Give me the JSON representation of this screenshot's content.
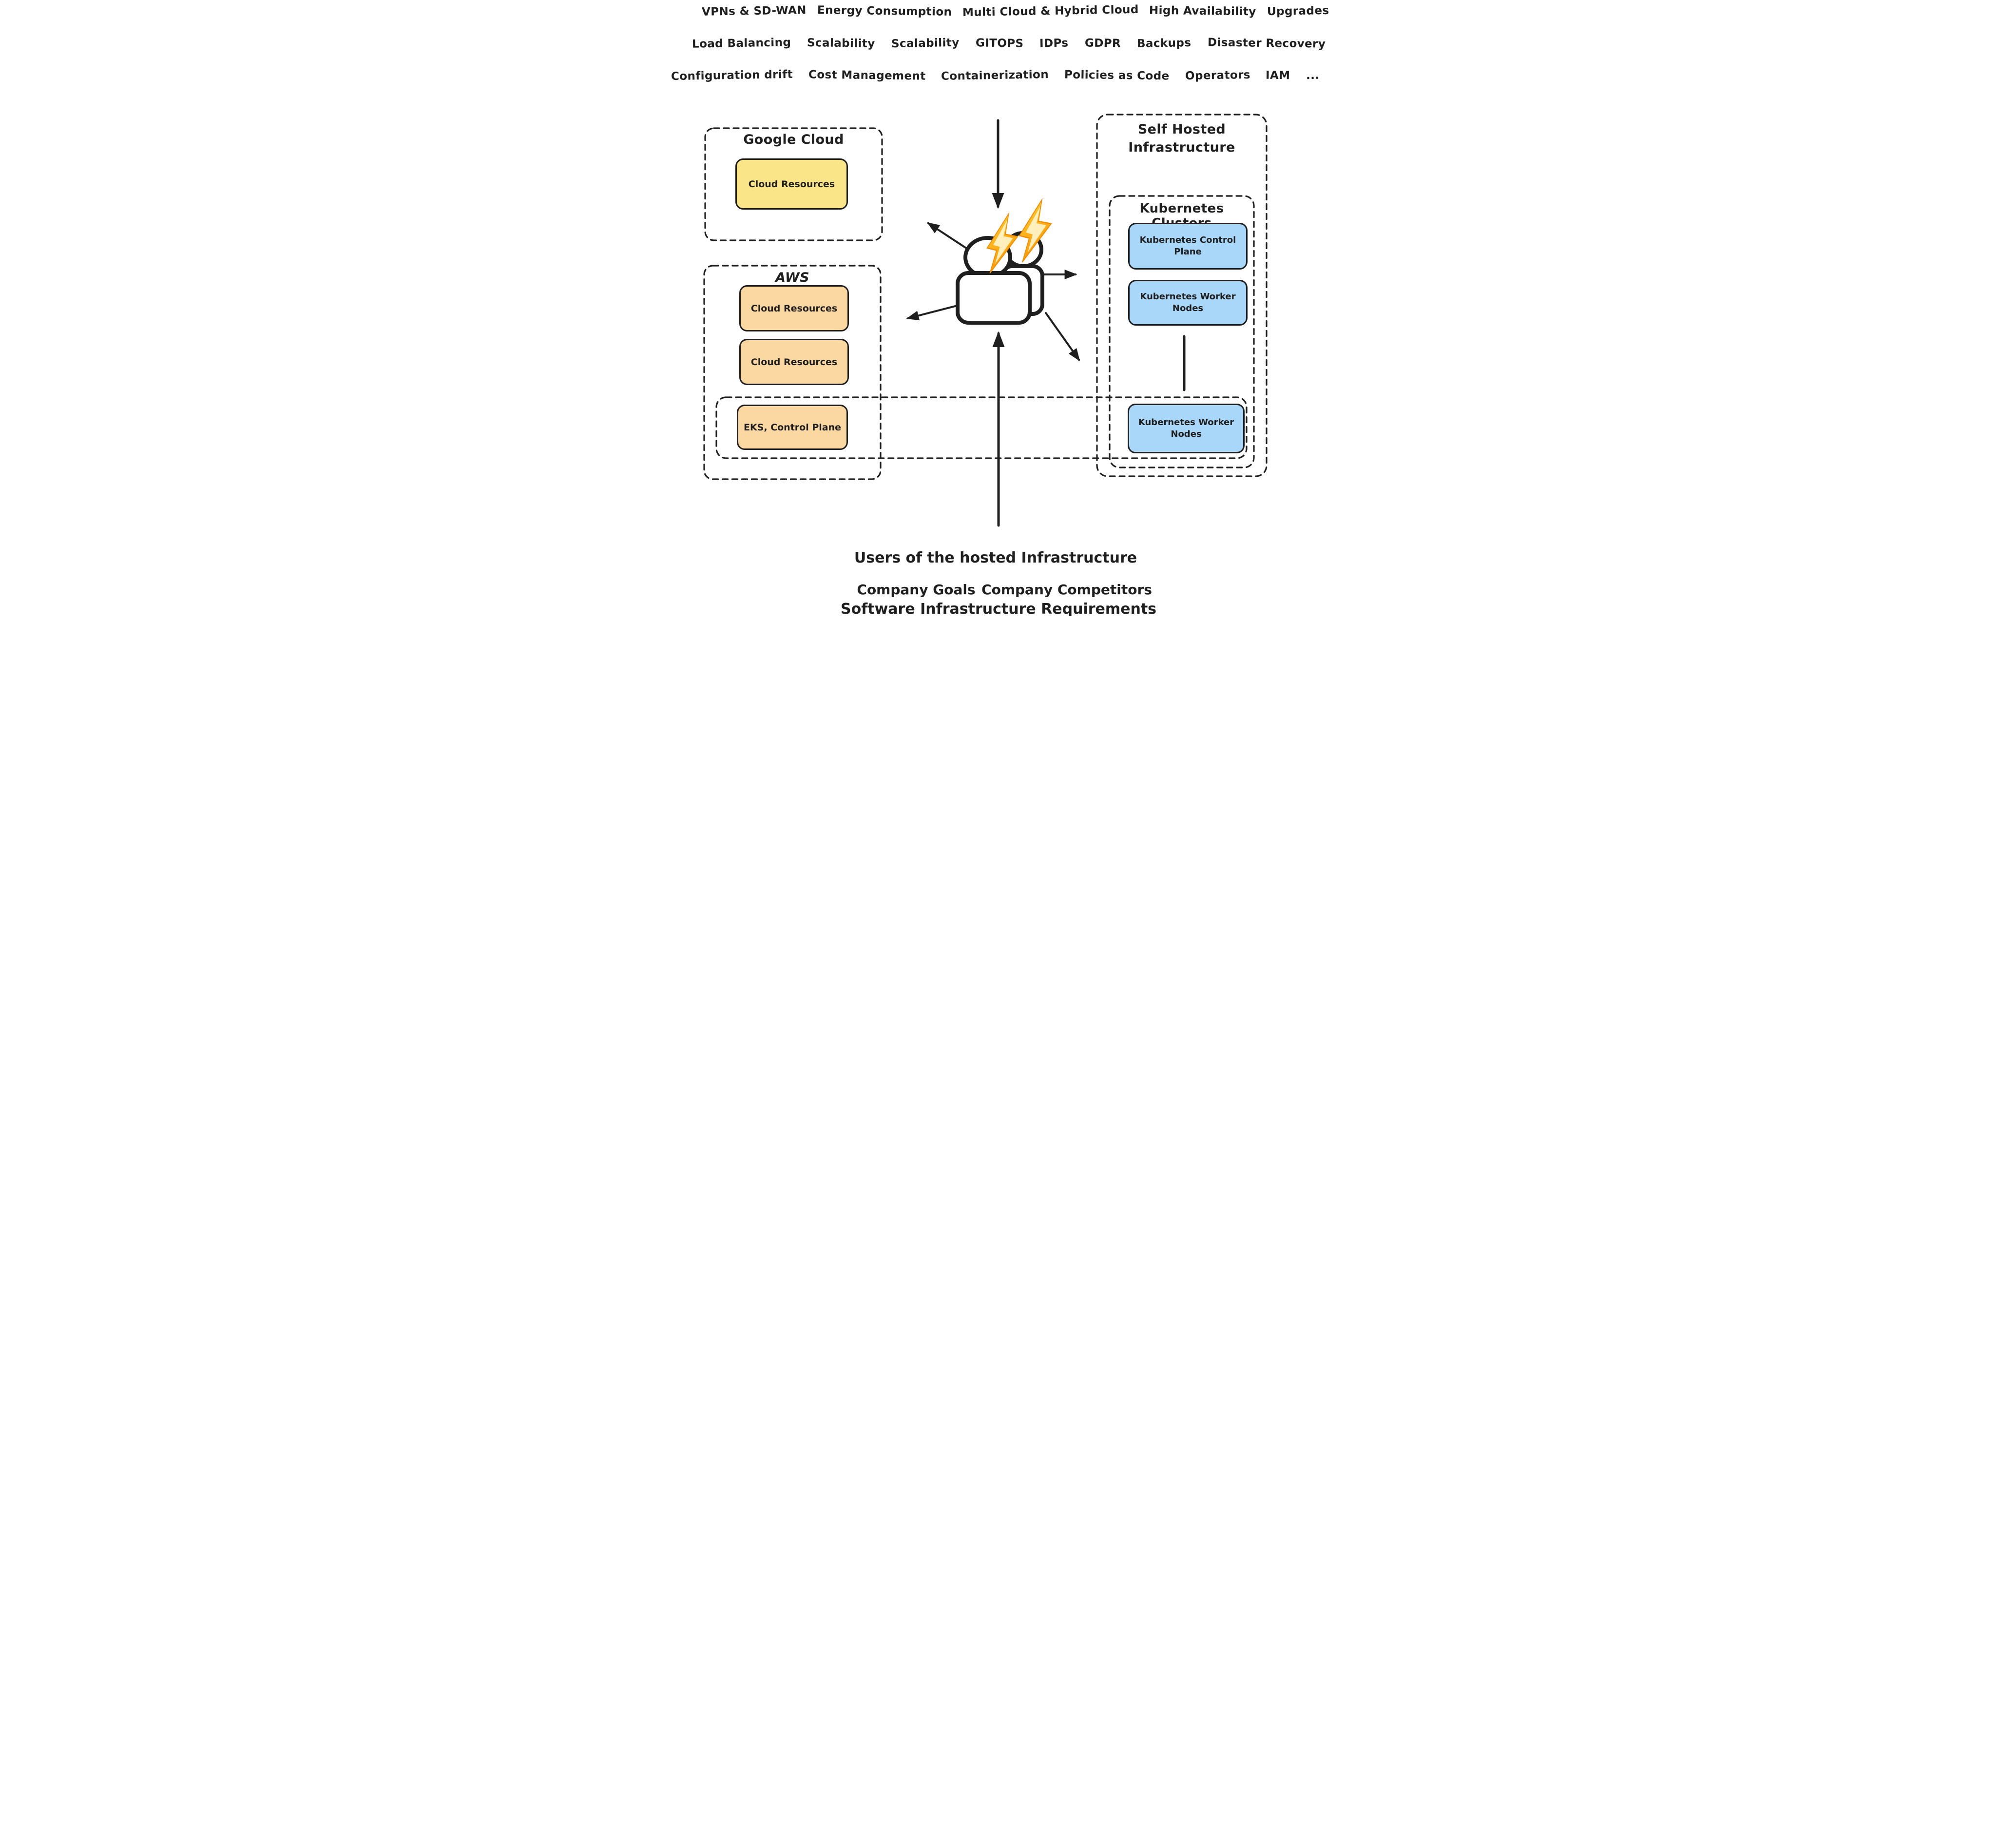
{
  "topics": {
    "row1": [
      "VPNs & SD-WAN",
      "Energy Consumption",
      "Multi Cloud & Hybrid Cloud",
      "High Availability",
      "Upgrades"
    ],
    "row2": [
      "Load Balancing",
      "Scalability",
      "Scalability",
      "GITOPS",
      "IDPs",
      "GDPR",
      "Backups",
      "Disaster Recovery"
    ],
    "row3": [
      "Configuration drift",
      "Cost Management",
      "Containerization",
      "Policies as Code",
      "Operators",
      "IAM",
      "..."
    ]
  },
  "groups": {
    "google_cloud": {
      "title": "Google Cloud",
      "resource": "Cloud Resources"
    },
    "aws": {
      "title": "AWS",
      "resource1": "Cloud Resources",
      "resource2": "Cloud Resources",
      "eks": "EKS, Control Plane"
    },
    "self_hosted": {
      "title_line1": "Self Hosted",
      "title_line2": "Infrastructure"
    },
    "kubernetes_clusters": {
      "title": "Kubernetes Clusters",
      "control_plane": "Kubernetes Control Plane",
      "worker_nodes": "Kubernetes Worker Nodes",
      "worker_nodes_external": "Kubernetes Worker Nodes"
    }
  },
  "bottom": {
    "users": "Users of the hosted Infrastructure",
    "company_goals": "Company Goals",
    "company_competitors": "Company Competitors",
    "software_requirements": "Software Infrastructure Requirements"
  },
  "icons": {
    "center": "users-icon",
    "stress": "lightning-icon"
  },
  "colors": {
    "ink": "#1f1f1f",
    "yellow": "#FAE588",
    "orange": "#FBD7A2",
    "blue": "#A8D7FA",
    "bolt_light": "#FFD43B",
    "bolt_deep": "#FF9500",
    "bolt_edge": "#F08C00",
    "bolt_core": "#FFF6CE"
  }
}
